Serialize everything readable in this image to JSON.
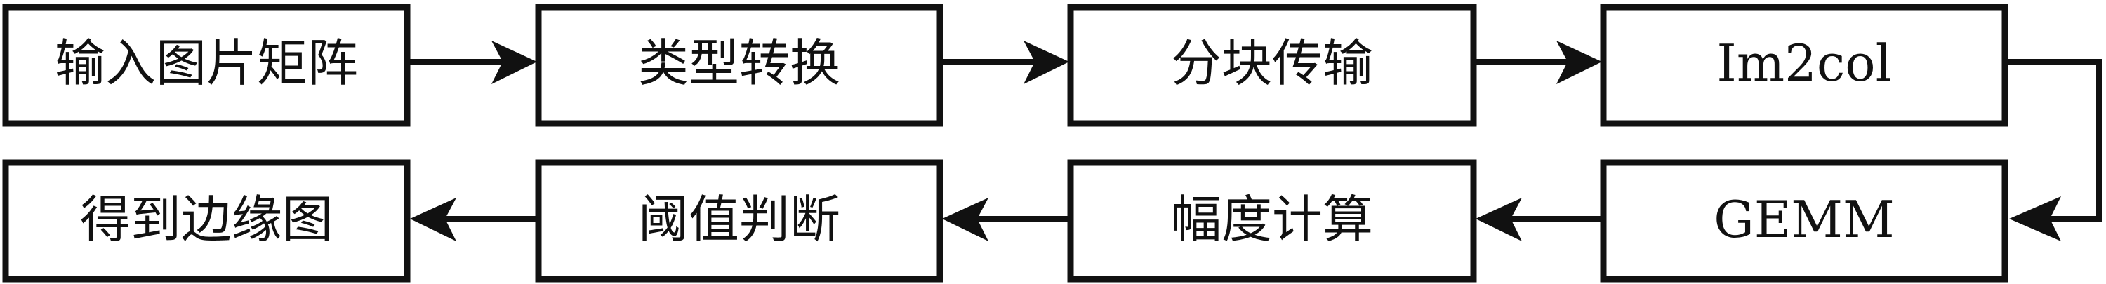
{
  "row1": [
    "输入图片矩阵",
    "类型转换",
    "分块传输",
    "Im2col"
  ],
  "row2": [
    "得到边缘图",
    "阈值判断",
    "幅度计算",
    "GEMM"
  ],
  "colors": {
    "stroke": "#111111",
    "background": "#ffffff"
  }
}
